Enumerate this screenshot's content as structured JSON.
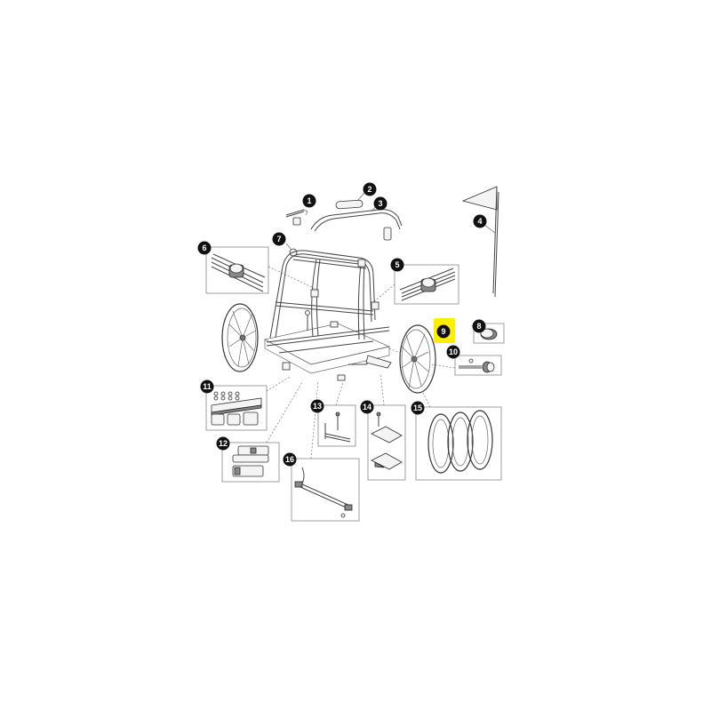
{
  "diagram": {
    "callouts": [
      {
        "number": "1"
      },
      {
        "number": "2"
      },
      {
        "number": "3"
      },
      {
        "number": "4"
      },
      {
        "number": "5"
      },
      {
        "number": "6"
      },
      {
        "number": "7"
      },
      {
        "number": "8"
      },
      {
        "number": "9",
        "highlighted": true
      },
      {
        "number": "10"
      },
      {
        "number": "11"
      },
      {
        "number": "12"
      },
      {
        "number": "13"
      },
      {
        "number": "14"
      },
      {
        "number": "15"
      },
      {
        "number": "16"
      }
    ],
    "colors": {
      "callout": "#111111",
      "callout_text": "#ffffff",
      "highlight": "#ffee00",
      "line": "#444444"
    }
  }
}
